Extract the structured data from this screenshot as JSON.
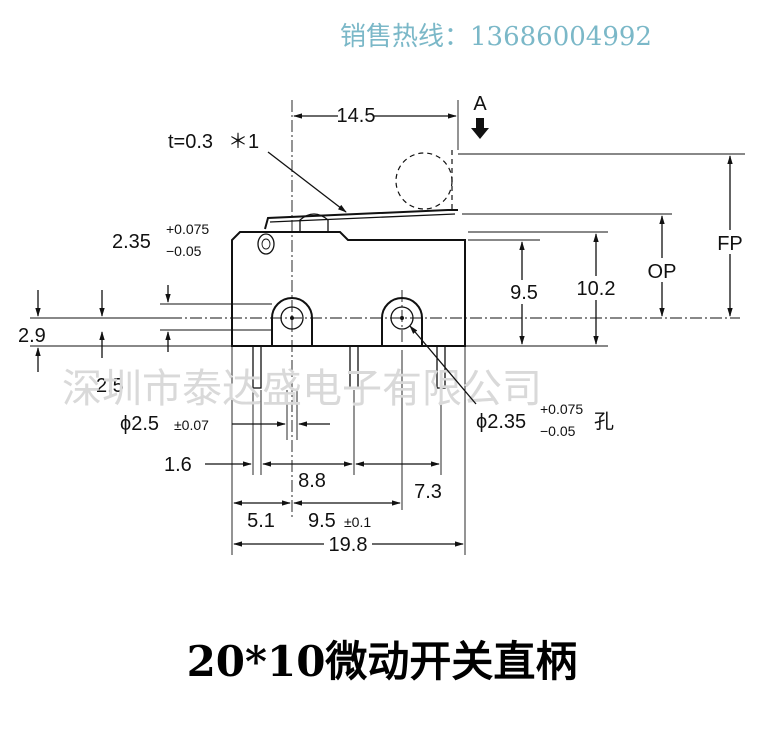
{
  "hotline": "销售热线：13686004992",
  "watermark": "深圳市泰达盛电子有限公司",
  "caption": "20*10微动开关直柄",
  "direction_label": "A",
  "dimensions": {
    "d14_5": "14.5",
    "thickness_base": "t=0.3",
    "thickness_mult": "＊1",
    "d2_35": "2.35",
    "d2_35_tol_upper": "+0.075",
    "d2_35_tol_lower": "−0.05",
    "d9_5v": "9.5",
    "d10_2": "10.2",
    "op": "OP",
    "fp": "FP",
    "d2_9": "2.9",
    "d2_5": "2.5",
    "phi2_5": "ϕ2.5",
    "phi2_5_tol": "±0.07",
    "phi2_35": "ϕ2.35",
    "phi2_35_tol_upper": "+0.075",
    "phi2_35_tol_lower": "−0.05",
    "hole": "孔",
    "d1_6": "1.6",
    "d8_8": "8.8",
    "d7_3": "7.3",
    "d5_1": "5.1",
    "d9_5h": "9.5",
    "d9_5h_tol": "±0.1",
    "d19_8": "19.8"
  }
}
